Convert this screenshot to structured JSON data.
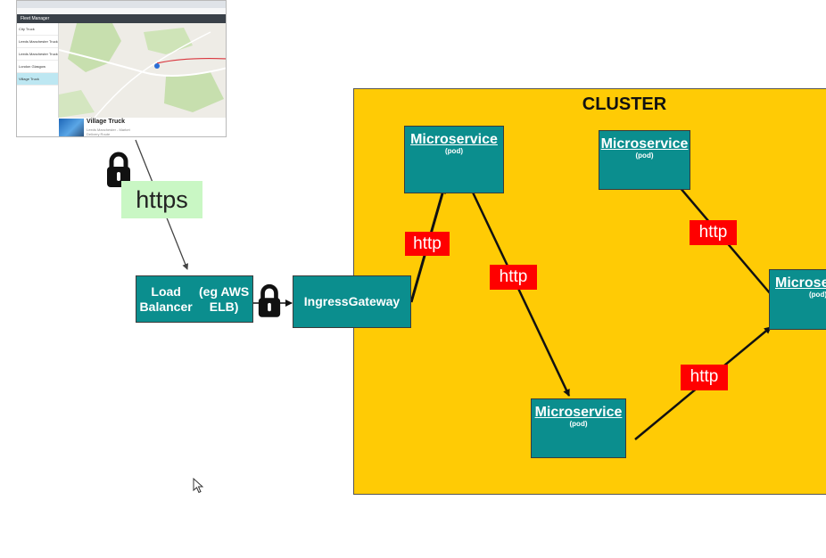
{
  "diagram": {
    "cluster_title": "CLUSTER",
    "https_label": "https",
    "http_label": "http",
    "load_balancer": {
      "line1": "Load Balancer",
      "line2": "(eg AWS ELB)"
    },
    "ingress": {
      "line1": "Ingress",
      "line2": "Gateway"
    },
    "microservices": [
      {
        "title": "Microservice",
        "sub": "(pod)"
      },
      {
        "title": "Microservice",
        "sub": "(pod)"
      },
      {
        "title": "Microservice",
        "sub": "(pod)"
      },
      {
        "title": "Microse",
        "sub": "(pod)"
      }
    ]
  },
  "thumbnail": {
    "app_title": "Fleet Manager",
    "vehicle_rows": [
      "City Truck",
      "Leeds Manchester Truck",
      "Leeds Manchester Truck",
      "London Glasgow",
      "Village Truck"
    ],
    "card_title": "Village Truck",
    "card_line1": "Leeds Manchester - Market",
    "card_line2": "Delivery Route"
  },
  "colors": {
    "cluster": "#ffcb05",
    "teal": "#0b8e8e",
    "http_red": "#ff0000",
    "https_green": "#c9f7c4"
  }
}
